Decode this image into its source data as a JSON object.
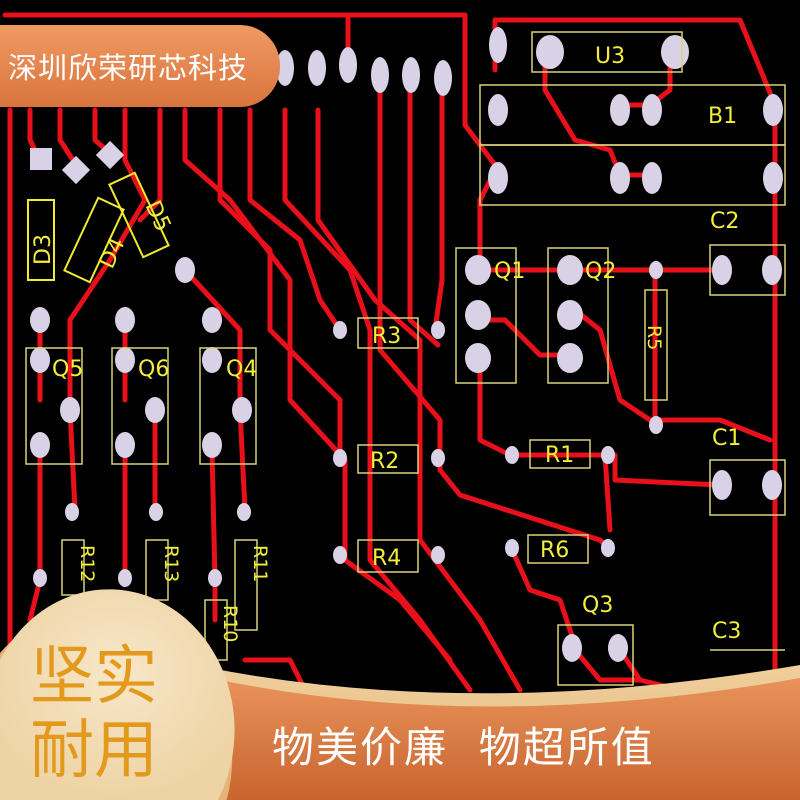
{
  "brand": {
    "company_name": "深圳欣荣研芯科技"
  },
  "badge": {
    "line1": "坚实",
    "line2": "耐用"
  },
  "slogan": {
    "text": "物美价廉  物超所值"
  },
  "pcb": {
    "labels": {
      "D3": "D3",
      "D4": "D4",
      "D5": "D5",
      "Q5": "Q5",
      "Q6": "Q6",
      "Q4": "Q4",
      "R12": "R12",
      "R13": "R13",
      "R10": "R10",
      "R11": "R11",
      "R3": "R3",
      "R2": "R2",
      "R4": "R4",
      "Q1": "Q1",
      "Q2": "Q2",
      "R5": "R5",
      "R1": "R1",
      "R6": "R6",
      "Q3": "Q3",
      "U3": "U3",
      "B1": "B1",
      "C2": "C2",
      "C1": "C1",
      "C3": "C3"
    }
  },
  "colors": {
    "trace": "#e8101a",
    "silkscreen": "#f3ee3a",
    "pad": "#d9d2e6",
    "banner": "#d9743e",
    "badge_text": "#e39a1c"
  }
}
